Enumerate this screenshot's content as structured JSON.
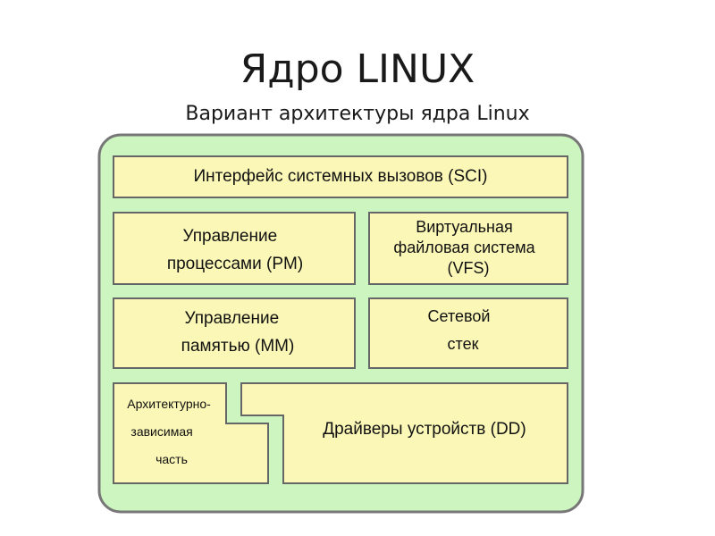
{
  "title": "Ядро LINUX",
  "subtitle": "Вариант архитектуры ядра Linux",
  "colors": {
    "outer_fill": "#ccf5c0",
    "outer_stroke": "#777777",
    "block_fill": "#fbf7b6",
    "block_stroke": "#666666"
  },
  "blocks": {
    "sci": [
      "Интерфейс системных вызовов (SCI)"
    ],
    "pm": [
      "Управление",
      "процессами (PM)"
    ],
    "vfs": [
      "Виртуальная",
      "файловая система",
      "(VFS)"
    ],
    "mm": [
      "Управление",
      "памятью (MM)"
    ],
    "net": [
      "Сетевой",
      "стек"
    ],
    "arch": [
      "Архитектурно-",
      "зависимая",
      "часть"
    ],
    "dd": [
      "Драйверы устройств (DD)"
    ]
  }
}
